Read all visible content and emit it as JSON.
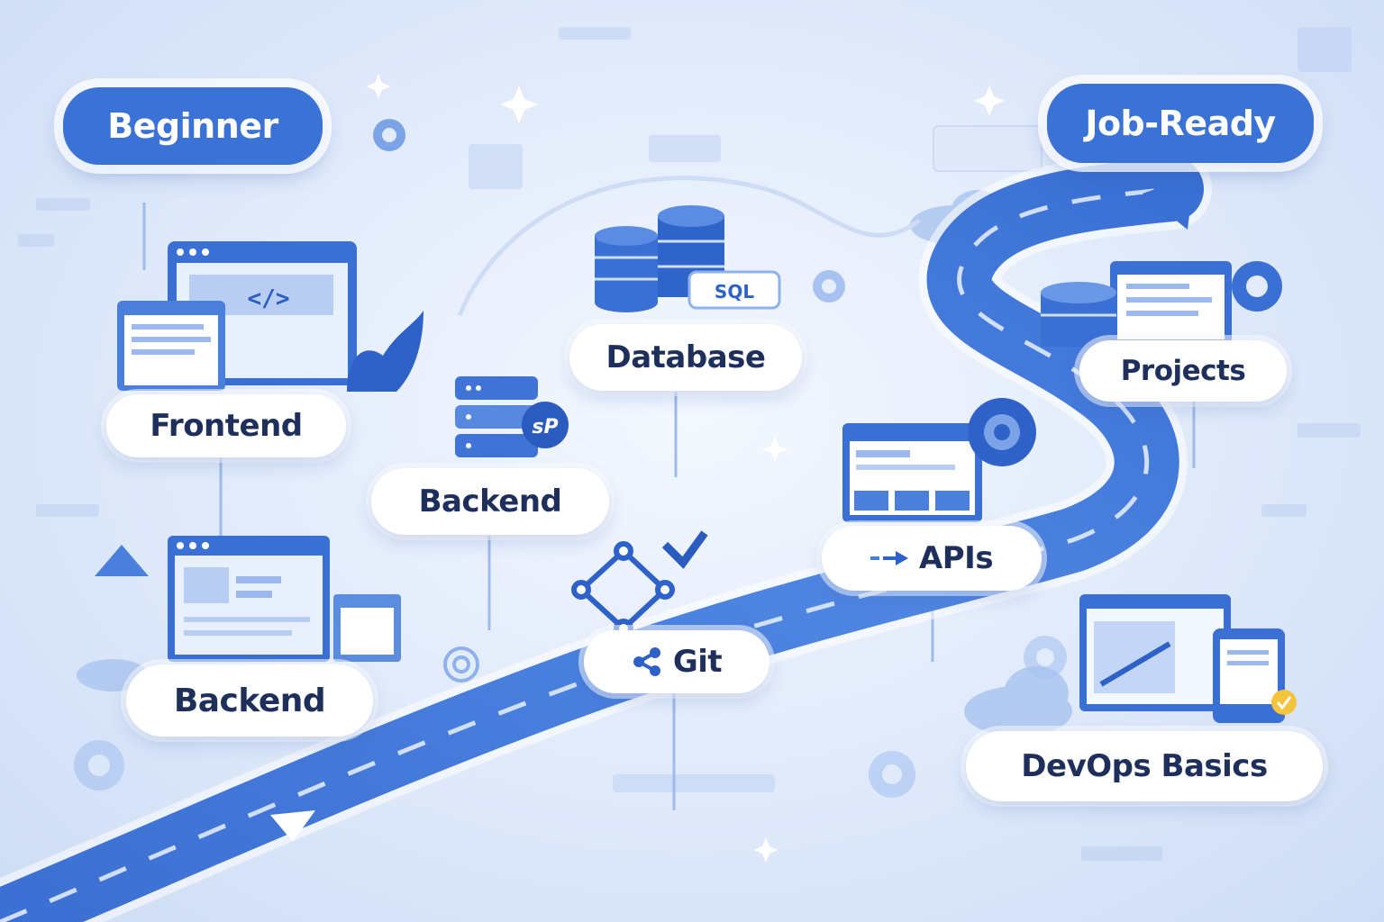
{
  "stages": {
    "start": "Beginner",
    "goal": "Job-Ready",
    "frontend": "Frontend",
    "backend_mid": "Backend",
    "backend_low": "Backend",
    "database": "Database",
    "git": "Git",
    "apis": "APIs",
    "projects": "Projects",
    "devops": "DevOps Basics"
  },
  "icon_labels": {
    "code_tag": "</>",
    "sql": "SQL",
    "sp_badge": "sP"
  },
  "icons": {
    "frontend": "browser-code-icon",
    "backend_mid": "server-stack-icon",
    "database": "database-cylinders-icon",
    "git": "git-branch-icon",
    "apis": "api-window-gear-icon",
    "projects": "projects-dashboard-icon",
    "devops": "devops-monitor-icon",
    "backend_low": "backend-window-icon"
  },
  "colors": {
    "primary": "#3a72d6",
    "road": "#4a7fdc",
    "text": "#1e2f5c",
    "background": "#e3ecfb"
  }
}
